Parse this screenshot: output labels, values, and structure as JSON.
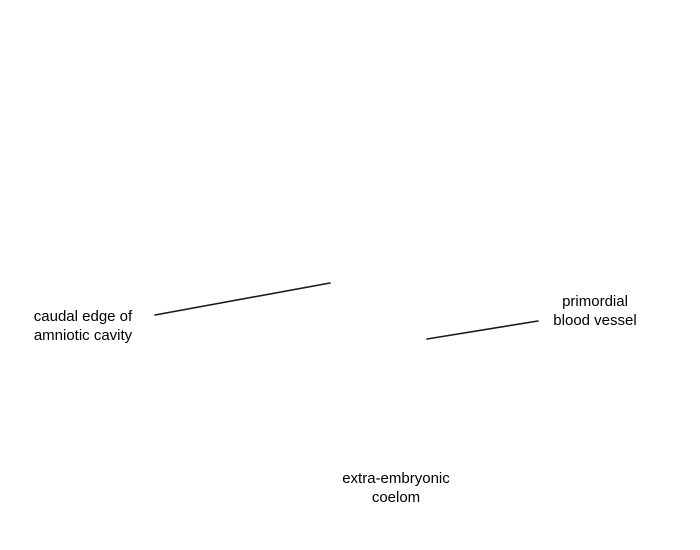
{
  "labels": {
    "caudal_edge": {
      "line1": "caudal edge of",
      "line2": "amniotic cavity"
    },
    "blood_vessel": {
      "line1": "primordial",
      "line2": "blood vessel"
    },
    "coelom": {
      "line1": "extra-embryonic",
      "line2": "coelom"
    }
  },
  "colors": {
    "background": "#ffffff",
    "text": "#000000",
    "leader_line": "#1a1a1a"
  }
}
